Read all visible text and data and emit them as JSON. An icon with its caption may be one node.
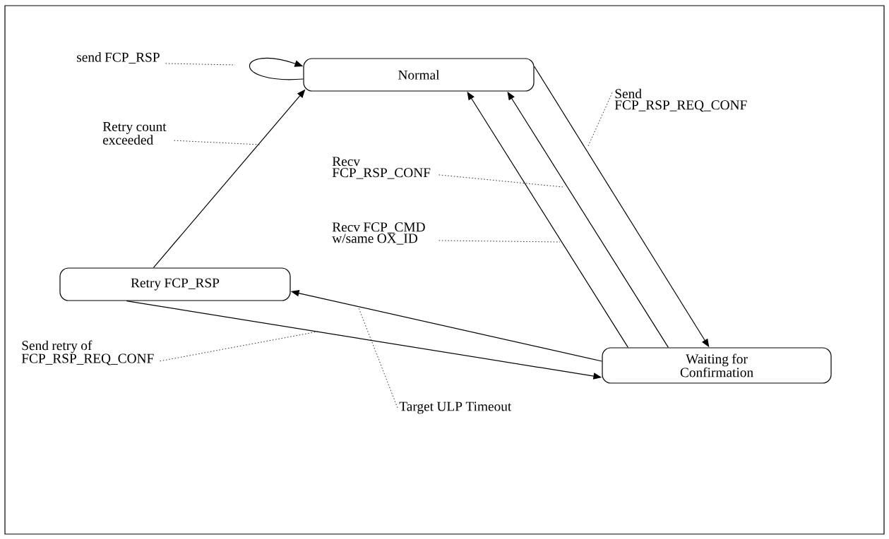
{
  "diagram": {
    "nodes": [
      {
        "text": [
          "Normal"
        ]
      },
      {
        "text": [
          "Retry FCP_RSP"
        ]
      },
      {
        "text": [
          "Waiting for Confirmation"
        ]
      },
      {
        "text": [
          "send FCP_RSP"
        ]
      },
      {
        "text": [
          "Retry count exceeded"
        ]
      },
      {
        "text": [
          "Send FCP_RSP_REQ_CONF"
        ]
      },
      {
        "text": [
          "Recv FCP_RSP_CONF"
        ]
      },
      {
        "text": [
          "Recv FCP_CMD w/same OX_ID"
        ]
      },
      {
        "text": [
          "Send retry of FCP_RSP_REQ_CONF"
        ]
      },
      {
        "text": [
          "Target ULP Timeout"
        ]
      }
    ],
    "edges": [
      {
        "from": 0,
        "to": 0,
        "arrow": "to"
      },
      {
        "from": 1,
        "to": 0,
        "arrow": "to"
      },
      {
        "from": 2,
        "to": 0,
        "arrow": "to"
      },
      {
        "from": 2,
        "to": 0,
        "arrow": "to"
      },
      {
        "from": 0,
        "to": 2,
        "arrow": "to"
      },
      {
        "from": 2,
        "to": 1,
        "arrow": "to"
      },
      {
        "from": 1,
        "to": 2,
        "arrow": "to"
      },
      {
        "from": 3,
        "to": null,
        "arrow": "none",
        "style": "dashed"
      },
      {
        "from": 4,
        "to": null,
        "arrow": "none",
        "style": "dashed"
      },
      {
        "from": 5,
        "to": null,
        "arrow": "none",
        "style": "dashed"
      },
      {
        "from": 6,
        "to": null,
        "arrow": "none",
        "style": "dashed"
      },
      {
        "from": 7,
        "to": null,
        "arrow": "none",
        "style": "dashed"
      },
      {
        "from": 8,
        "to": null,
        "arrow": "none",
        "style": "dashed"
      },
      {
        "from": 9,
        "to": null,
        "arrow": "none",
        "style": "dashed"
      }
    ]
  }
}
